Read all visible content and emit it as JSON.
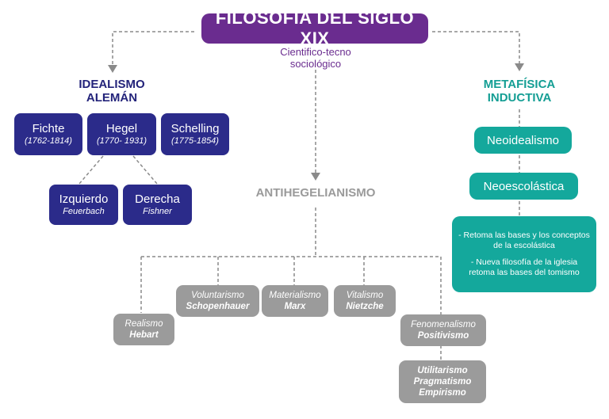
{
  "title": "FILOSOFÍA DEL SIGLO XIX",
  "subtitle": [
    "Cientifico-tecno",
    "sociológico"
  ],
  "left": {
    "heading": [
      "IDEALISMO",
      "ALEMÁN"
    ],
    "philosophers": [
      {
        "name": "Fichte",
        "dates": "(1762-1814)"
      },
      {
        "name": "Hegel",
        "dates": "(1770- 1931)"
      },
      {
        "name": "Schelling",
        "dates": "(1775-1854)"
      }
    ],
    "branches": [
      {
        "name": "Izquierdo",
        "person": "Feuerbach"
      },
      {
        "name": "Derecha",
        "person": "Fishner"
      }
    ]
  },
  "center": {
    "heading": "ANTIHEGELIANISMO",
    "currents": [
      {
        "name": "Realismo",
        "person": "Hebart"
      },
      {
        "name": "Voluntarismo",
        "person": "Schopenhauer"
      },
      {
        "name": "Materialismo",
        "person": "Marx"
      },
      {
        "name": "Vitalismo",
        "person": "Nietzche"
      },
      {
        "name": "Fenomenalismo",
        "person": "Positivismo"
      }
    ],
    "others": [
      "Utilitarismo",
      "Pragmatismo",
      "Empirismo"
    ]
  },
  "right": {
    "heading": [
      "METAFÍSICA",
      "INDUCTIVA"
    ],
    "items": [
      "Neoidealismo",
      "Neoescolástica"
    ],
    "notes": [
      "- Retoma las bases y los conceptos de la escolástica",
      "- Nueva filosofía de la iglesia retoma las bases del tomismo"
    ]
  },
  "colors": {
    "title": "#6a2c8f",
    "blue": "#2b2b8a",
    "teal": "#14a89c",
    "gray": "#9b9b9b"
  }
}
